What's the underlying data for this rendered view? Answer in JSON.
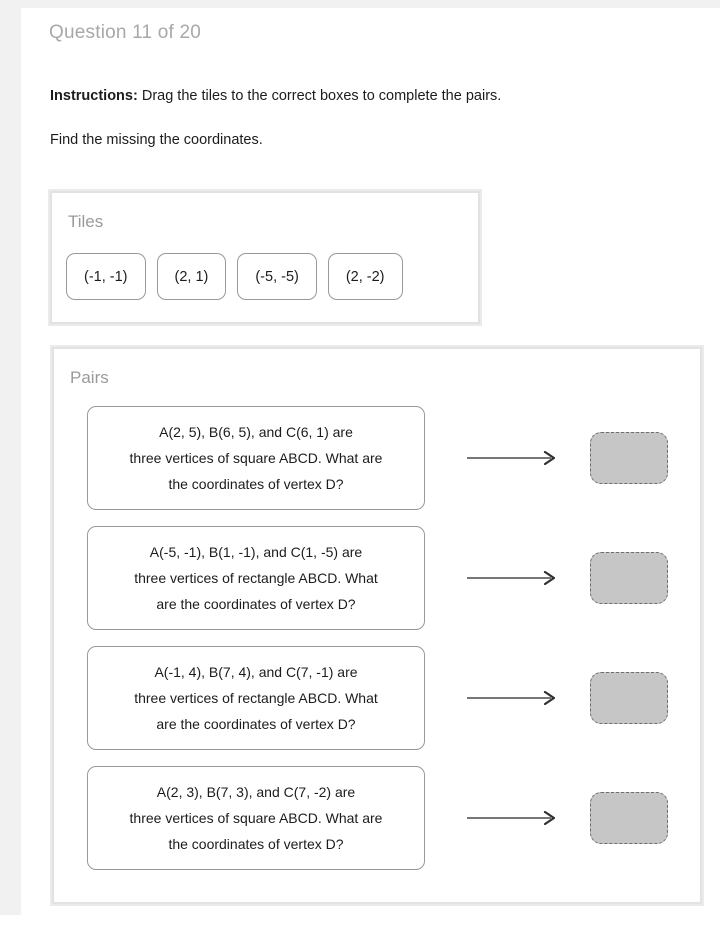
{
  "page": {
    "question_label": "Question 11 of 20",
    "instructions_label": "Instructions:",
    "instructions_text": "Drag the tiles to the correct boxes to complete the pairs.",
    "prompt_line": "Find the missing the coordinates."
  },
  "colors": {
    "page_background": "#f1f1f1",
    "card_background": "#ffffff",
    "heading_gray": "#a8a8a8",
    "panel_border": "#e2e2e2",
    "tile_border": "#999999",
    "dropzone_fill": "#c6c6c6",
    "dropzone_border": "#6e6e6e",
    "arrow_color": "#4a4a4a",
    "body_text": "#1c1c1c"
  },
  "tiles_panel": {
    "heading": "Tiles",
    "tiles": [
      {
        "label": "(-1, -1)"
      },
      {
        "label": "(2, 1)"
      },
      {
        "label": "(-5, -5)"
      },
      {
        "label": "(2, -2)"
      }
    ]
  },
  "pairs_panel": {
    "heading": "Pairs",
    "pairs": [
      {
        "prompt_lines": [
          "A(2, 5), B(6, 5), and C(6, 1) are",
          "three vertices of square ABCD. What are",
          "the coordinates of vertex D?"
        ],
        "dropzone_value": ""
      },
      {
        "prompt_lines": [
          "A(-5, -1), B(1, -1), and C(1, -5) are",
          "three vertices of rectangle ABCD. What",
          "are the coordinates of vertex D?"
        ],
        "dropzone_value": ""
      },
      {
        "prompt_lines": [
          "A(-1, 4), B(7, 4), and C(7, -1) are",
          "three vertices of rectangle ABCD. What",
          "are the coordinates of vertex D?"
        ],
        "dropzone_value": ""
      },
      {
        "prompt_lines": [
          "A(2, 3), B(7, 3), and C(7, -2) are",
          "three vertices of square ABCD. What are",
          "the coordinates of vertex D?"
        ],
        "dropzone_value": ""
      }
    ]
  }
}
